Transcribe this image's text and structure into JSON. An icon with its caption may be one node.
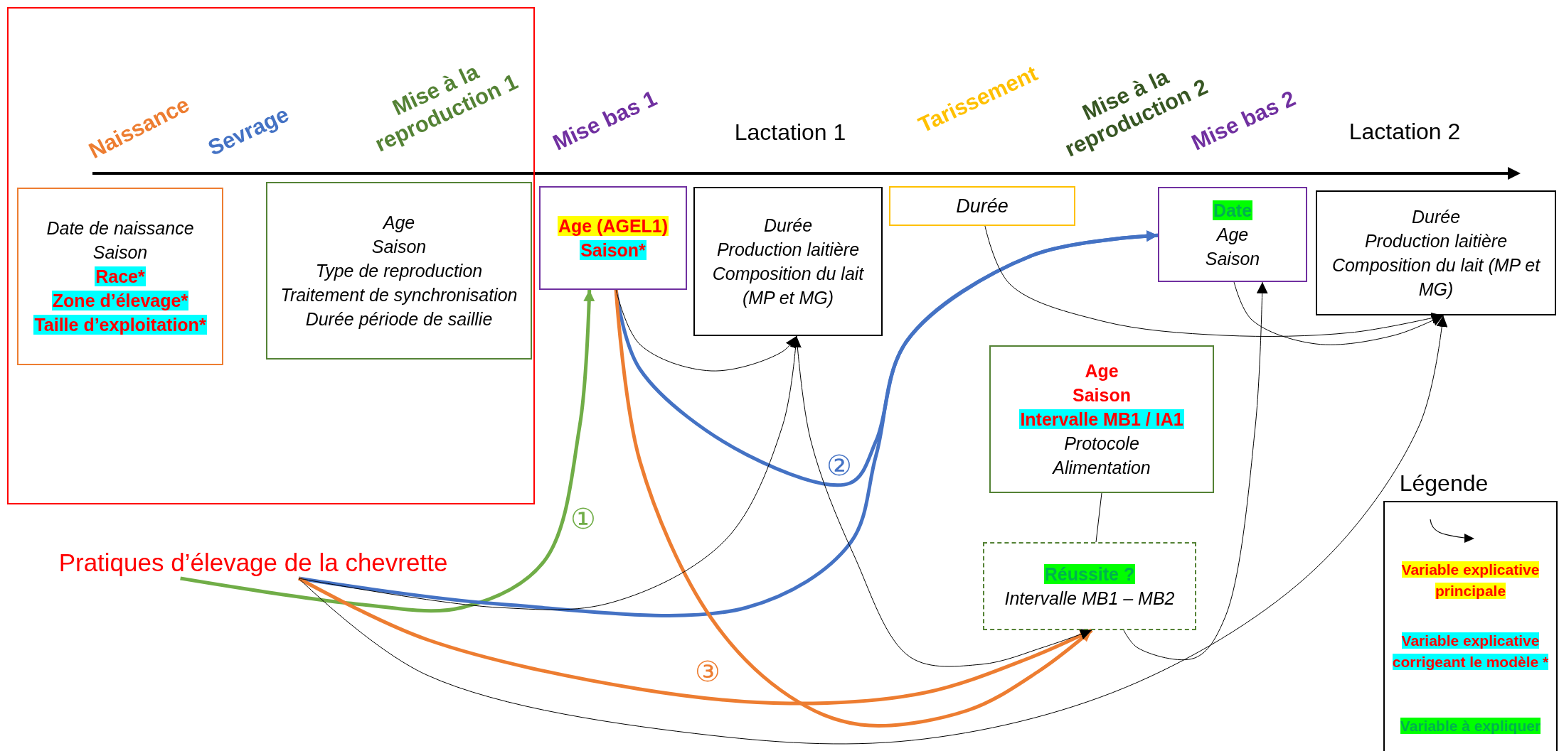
{
  "diagram": {
    "nodes": [
      {
        "text": [],
        "shape": "box"
      },
      {
        "text": [
          "Date de naissance",
          "Saison",
          "Race*",
          "Zone d’élevage*",
          "Taille d’exploitation*"
        ],
        "in": 0
      },
      {
        "text": [
          "Age",
          "Saison",
          "Type de reproduction",
          "Traitement de synchronisation",
          "Durée période de saillie"
        ],
        "in": 0
      },
      {
        "text": [
          "Age (AGEL1)",
          "Saison*"
        ]
      },
      {
        "text": [
          "Durée",
          "Production laitière",
          "Composition du lait (MP et MG)"
        ]
      },
      {
        "text": [
          "Durée"
        ]
      },
      {
        "text": [
          "Date",
          "Age",
          "Saison"
        ]
      },
      {
        "text": [
          "Durée",
          "Production laitière",
          "Composition du lait (MP et MG)"
        ]
      },
      {
        "text": [
          "Age",
          "Saison",
          "Intervalle MB1 / IA1",
          "Protocole",
          "Alimentation"
        ]
      },
      {
        "text": [
          "Réussite ?",
          "Intervalle MB1 – MB2"
        ]
      },
      {
        "text": [
          "Pratiques d’élevage de la chevrette"
        ]
      }
    ],
    "edges": [
      {
        "from": 10,
        "to": 3,
        "arrow": "to",
        "label": "①",
        "style": "thick",
        "color": "#70ad47"
      },
      {
        "from": 10,
        "to": 6,
        "arrow": "to",
        "style": "thick",
        "color": "#4472c4"
      },
      {
        "from": 3,
        "to": 6,
        "arrow": "to",
        "label": "②",
        "style": "thick",
        "color": "#4472c4"
      },
      {
        "from": 10,
        "to": 9,
        "arrow": "to",
        "style": "thick",
        "color": "#ed7d31"
      },
      {
        "from": 3,
        "to": 9,
        "arrow": "to",
        "label": "③",
        "style": "thick",
        "color": "#ed7d31"
      },
      {
        "from": 3,
        "to": 4,
        "arrow": "to"
      },
      {
        "from": 10,
        "to": 4,
        "arrow": "to"
      },
      {
        "from": 4,
        "to": 9,
        "arrow": "to"
      },
      {
        "from": 9,
        "to": 6,
        "arrow": "to"
      },
      {
        "from": 5,
        "to": 7,
        "arrow": "to"
      },
      {
        "from": 6,
        "to": 7,
        "arrow": "to"
      },
      {
        "from": 10,
        "to": 7,
        "arrow": "to"
      },
      {
        "from": 8,
        "to": 9,
        "arrow": "none"
      }
    ],
    "labels": [
      "Naissance",
      "Sevrage",
      "Mise à la reproduction 1",
      "Mise bas 1",
      "Lactation 1",
      "Tarissement",
      "Mise à la reproduction 2",
      "Mise bas 2",
      "Lactation 2",
      "Légende"
    ],
    "legend": [
      {
        "text": "Variable explicative principale",
        "color": "#ffff00"
      },
      {
        "text": "Variable explicative corrigeant le modèle *",
        "color": "#00ffff"
      },
      {
        "text": "Variable à expliquer",
        "color": "#00ff00"
      }
    ]
  }
}
